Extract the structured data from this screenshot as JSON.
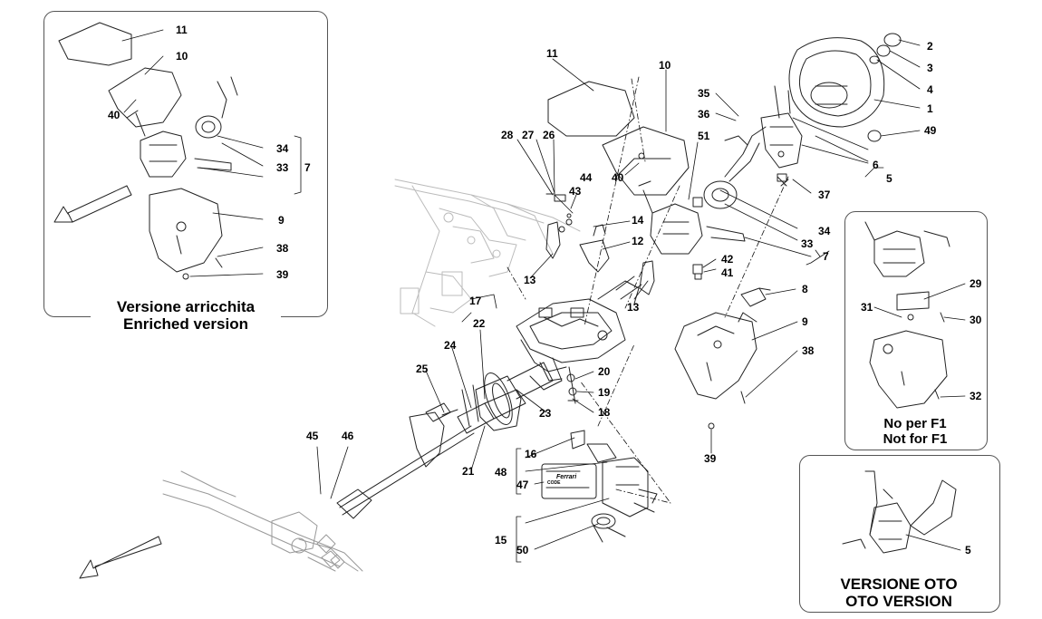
{
  "insets": {
    "enriched": {
      "line1": "Versione arricchita",
      "line2": "Enriched version"
    },
    "no_f1": {
      "line1": "No per F1",
      "line2": "Not for F1"
    },
    "oto": {
      "line1": "VERSIONE OTO",
      "line2": "OTO VERSION"
    }
  },
  "callouts": {
    "c1": "1",
    "c2": "2",
    "c3": "3",
    "c4": "4",
    "c5": "5",
    "c6": "6",
    "c7": "7",
    "c8": "8",
    "c9": "9",
    "c10": "10",
    "c11": "11",
    "c12": "12",
    "c13": "13",
    "c14": "14",
    "c15": "15",
    "c16": "16",
    "c17": "17",
    "c18": "18",
    "c19": "19",
    "c20": "20",
    "c21": "21",
    "c22": "22",
    "c23": "23",
    "c24": "24",
    "c25": "25",
    "c26": "26",
    "c27": "27",
    "c28": "28",
    "c29": "29",
    "c30": "30",
    "c31": "31",
    "c32": "32",
    "c33": "33",
    "c34": "34",
    "c35": "35",
    "c36": "36",
    "c37": "37",
    "c38": "38",
    "c39": "39",
    "c40": "40",
    "c41": "41",
    "c42": "42",
    "c43": "43",
    "c44": "44",
    "c45": "45",
    "c46": "46",
    "c47": "47",
    "c48": "48",
    "c49": "49",
    "c50": "50",
    "c51": "51"
  },
  "key_tag": {
    "brand": "Ferrari",
    "code_label": "CODE"
  }
}
